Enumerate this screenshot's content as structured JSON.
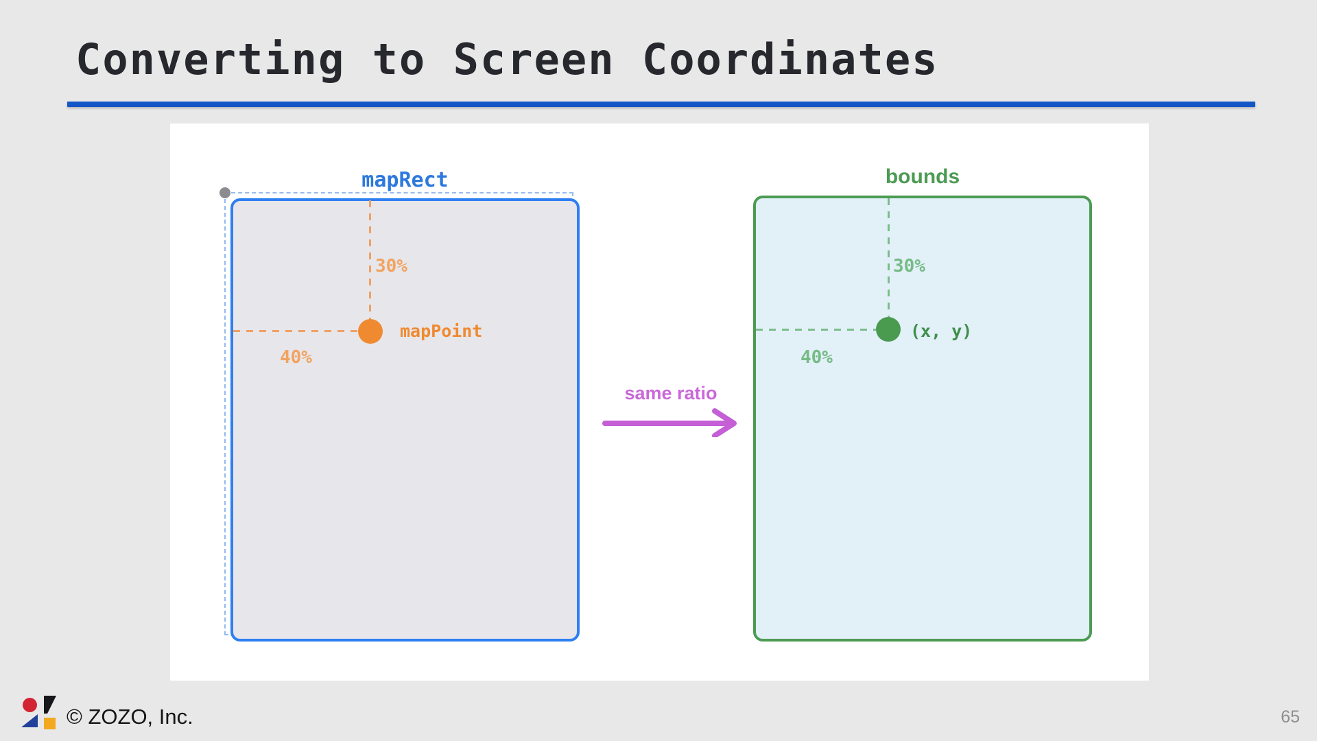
{
  "slide": {
    "title": "Converting to Screen Coordinates",
    "page_number": "65",
    "copyright": "© ZOZO, Inc."
  },
  "diagram": {
    "map_rect": {
      "title": "mapRect",
      "vertical_percent": "30%",
      "horizontal_percent": "40%",
      "point_label": "mapPoint"
    },
    "bounds": {
      "title": "bounds",
      "vertical_percent": "30%",
      "horizontal_percent": "40%",
      "point_label": "(x, y)"
    },
    "arrow_label": "same ratio"
  },
  "colors": {
    "title_underline": "#1356c8",
    "map_rect_border": "#2e7ff1",
    "map_rect_fill": "#e7e6ea",
    "ghost_rect_dash": "#93bbef",
    "orange_accent": "#f08a31",
    "bounds_border": "#4c9b53",
    "bounds_fill": "#e2f0f8",
    "arrow_purple": "#c45fd6"
  }
}
